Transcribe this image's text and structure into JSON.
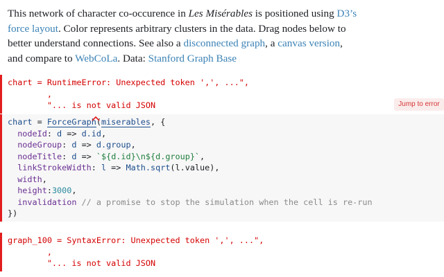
{
  "intro": {
    "l1_a": "This network of character co-occurence in ",
    "l1_title": "Les Misérables",
    "l1_b": " is positioned using ",
    "l1_link": "D3’s",
    "l2_link": "force layout",
    "l2_b": ". Color represents arbitrary clusters in the data. Drag nodes below to",
    "l3_a": "better understand connections. See also a ",
    "l3_link1": "disconnected graph",
    "l3_b": ", a ",
    "l3_link2": "canvas version",
    "l3_c": ",",
    "l4_a": "and compare to ",
    "l4_link1": "WebCoLa",
    "l4_b": ". Data: ",
    "l4_link2": "Stanford Graph Base"
  },
  "cell1": {
    "line1": "chart = RuntimeError: Unexpected token ',', ...\",",
    "line2": "        ,",
    "line3": "        \"... is not valid JSON",
    "jump_label": "Jump to error"
  },
  "code": {
    "t_chart": "chart",
    "t_eq": " = ",
    "t_fn": "ForceGraph",
    "t_paren": "(",
    "t_arg": "miserables",
    "t_open": ", {",
    "l2_key": "  nodeId",
    "l2_rest_a": ": ",
    "l2_d": "d",
    "l2_arrow": " => ",
    "l2_val": "d.id",
    "l2_end": ",",
    "l3_key": "  nodeGroup",
    "l3_rest_a": ": ",
    "l3_d": "d",
    "l3_arrow": " => ",
    "l3_val": "d.group",
    "l3_end": ",",
    "l4_key": "  nodeTitle",
    "l4_rest_a": ": ",
    "l4_d": "d",
    "l4_arrow": " => ",
    "l4_tpl": "`${d.id}\\n${d.group}`",
    "l4_end": ",",
    "l5_key": "  linkStrokeWidth",
    "l5_rest_a": ": ",
    "l5_l": "l",
    "l5_arrow": " => ",
    "l5_math": "Math.sqrt",
    "l5_arg": "(l.value)",
    "l5_end": ",",
    "l6_key": "  width",
    "l6_end": ",",
    "l7_key": "  height",
    "l7_colon": ":",
    "l7_num": "3000",
    "l7_end": ",",
    "l8_key": "  invalidation",
    "l8_cmt": " // a promise to stop the simulation when the cell is re-run",
    "l9": "})"
  },
  "cell3": {
    "line1": "graph_100 = SyntaxError: Unexpected token ',', ...\",",
    "line2": "        ,",
    "line3": "        \"... is not valid JSON"
  },
  "colors": {
    "error": "#e21d1d",
    "link": "#3b82b5",
    "code_bg": "#f7f7f7"
  }
}
